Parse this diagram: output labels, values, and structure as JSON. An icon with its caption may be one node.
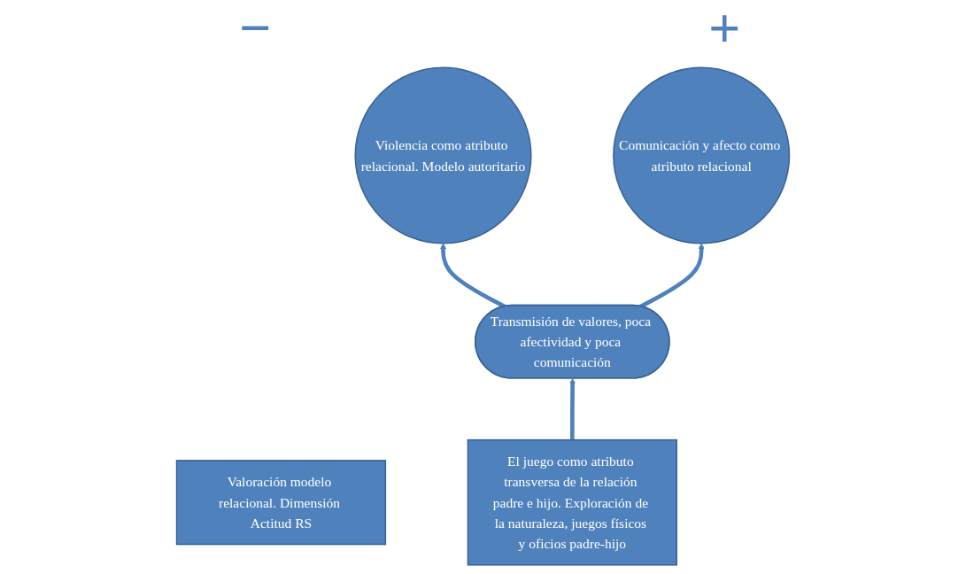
{
  "diagram": {
    "nodes": [
      {
        "text": [
          "Valoración modelo relacional. Dimensión Actitud RS"
        ]
      },
      {
        "text": [
          "Violencia como atributo relacional. Modelo autoritario"
        ]
      },
      {
        "text": [
          "Transmisión de valores, poca afectividad y poca comunicación"
        ]
      },
      {
        "text": [
          "Comunicación y afecto como atributo relacional"
        ]
      },
      {
        "text": [
          "El juego como atributo transversa de la relación padre e hijo. Exploración de la naturaleza, juegos físicos y oficios padre-hijo"
        ]
      }
    ],
    "edges": [
      {
        "from": 2,
        "to": 1,
        "arrow": "to"
      },
      {
        "from": 2,
        "to": 3,
        "arrow": "to"
      },
      {
        "from": 4,
        "to": 2,
        "arrow": "to"
      }
    ],
    "labels": [
      "−",
      "+"
    ]
  }
}
